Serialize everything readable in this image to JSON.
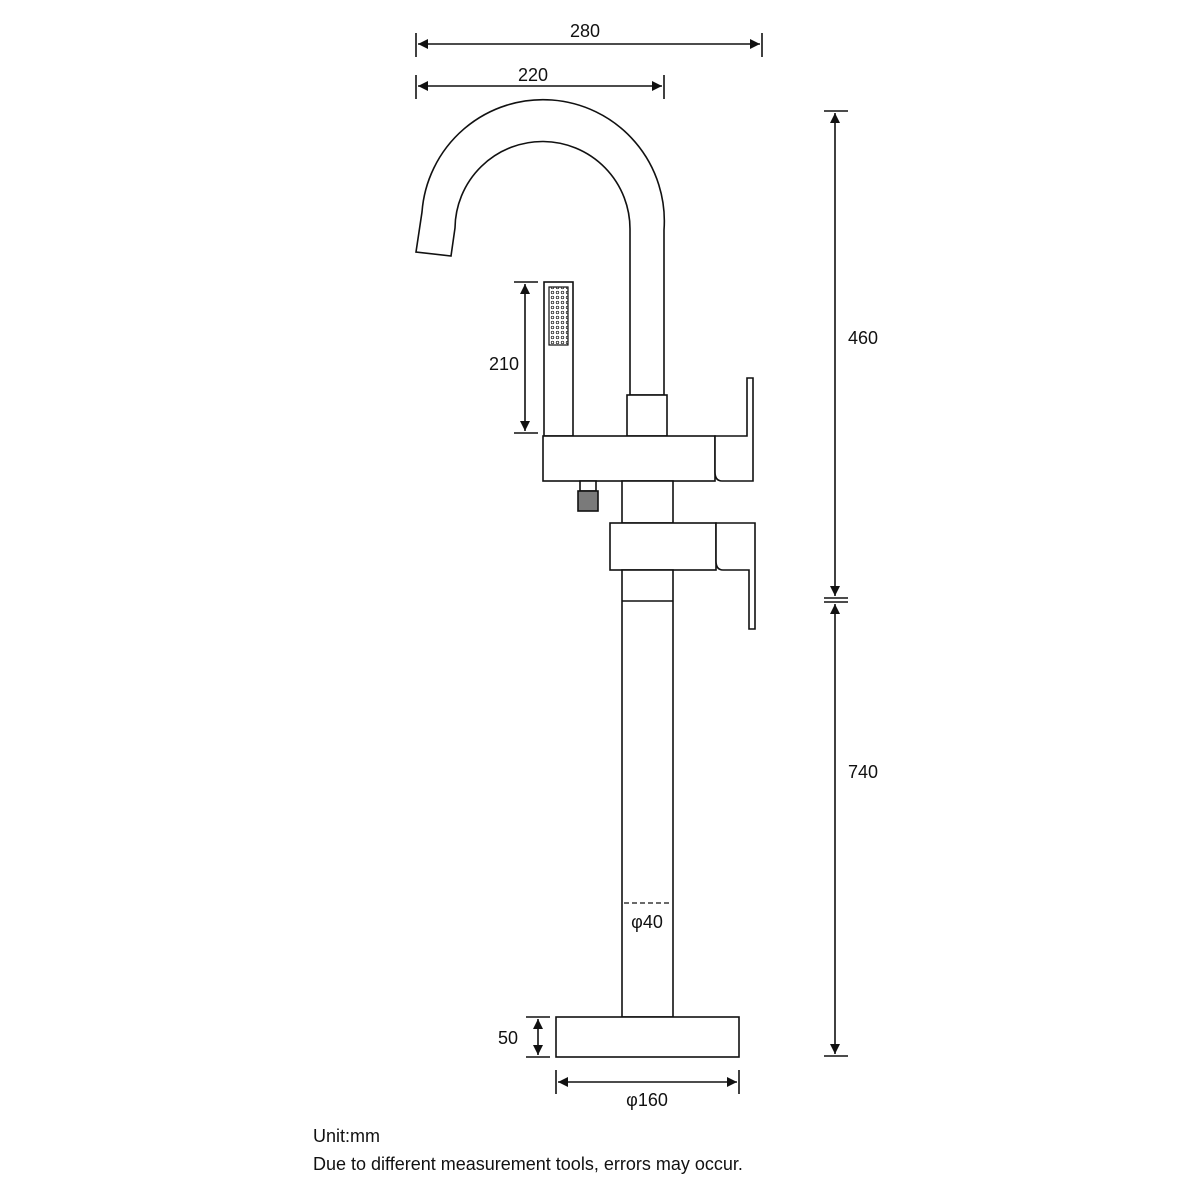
{
  "dimensions": {
    "overall_width": "280",
    "spout_reach": "220",
    "upper_height": "460",
    "lower_height": "740",
    "hand_shower_length": "210",
    "pipe_diameter": "φ40",
    "base_height": "50",
    "base_diameter": "φ160"
  },
  "notes": {
    "unit": "Unit:mm",
    "disclaimer": "Due to different measurement tools, errors may occur."
  },
  "colors": {
    "line": "#111111",
    "fill": "#ffffff",
    "hose_connector": "#7a7a7a"
  }
}
